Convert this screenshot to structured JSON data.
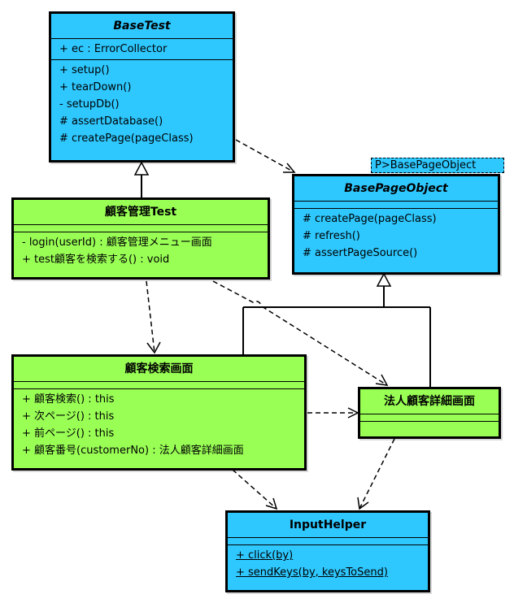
{
  "colors": {
    "cyan": "#2ec8ff",
    "green": "#99ff55",
    "line": "#000000"
  },
  "classes": {
    "basetest": {
      "name": "BaseTest",
      "attributes": [
        "+ ec : ErrorCollector"
      ],
      "operations": [
        "+ setup()",
        "+ tearDown()",
        "- setupDb()",
        "# assertDatabase()",
        "# createPage(pageClass)"
      ]
    },
    "basepageobject": {
      "name": "BasePageObject",
      "type_param": "P>BasePageObject",
      "operations": [
        "# createPage(pageClass)",
        "# refresh()",
        "# assertPageSource()"
      ]
    },
    "kokyakutest": {
      "name": "顧客管理Test",
      "operations": [
        "- login(userId) : 顧客管理メニュー画面",
        "+ test顧客を検索する() : void"
      ]
    },
    "search": {
      "name": "顧客検索画面",
      "operations": [
        "+ 顧客検索() : this",
        "+ 次ページ() : this",
        "+ 前ページ() : this",
        "+ 顧客番号(customerNo) : 法人顧客詳細画面"
      ]
    },
    "detail": {
      "name": "法人顧客詳細画面"
    },
    "inputhelper": {
      "name": "InputHelper",
      "operations": [
        "+ click(by)",
        "+ sendKeys(by, keysToSend)"
      ]
    }
  },
  "relations": [
    {
      "from": "顧客管理Test",
      "to": "BaseTest",
      "kind": "generalization"
    },
    {
      "from": "顧客検索画面",
      "to": "BasePageObject",
      "kind": "generalization"
    },
    {
      "from": "法人顧客詳細画面",
      "to": "BasePageObject",
      "kind": "generalization"
    },
    {
      "from": "BaseTest",
      "to": "BasePageObject",
      "kind": "dependency"
    },
    {
      "from": "顧客管理Test",
      "to": "顧客検索画面",
      "kind": "dependency"
    },
    {
      "from": "顧客管理Test",
      "to": "法人顧客詳細画面",
      "kind": "dependency"
    },
    {
      "from": "顧客検索画面",
      "to": "法人顧客詳細画面",
      "kind": "dependency"
    },
    {
      "from": "顧客検索画面",
      "to": "InputHelper",
      "kind": "dependency"
    },
    {
      "from": "法人顧客詳細画面",
      "to": "InputHelper",
      "kind": "dependency"
    }
  ]
}
